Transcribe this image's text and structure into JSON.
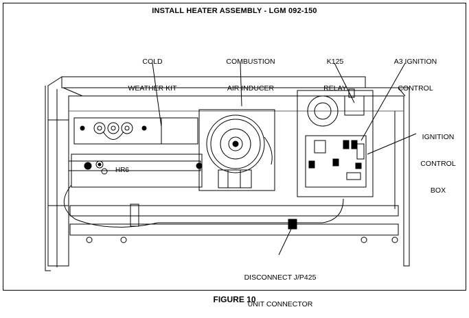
{
  "title": "INSTALL HEATER ASSEMBLY - LGM 092-150",
  "figure_caption": "FIGURE 10",
  "labels": {
    "cold_weather_kit_1": "COLD",
    "cold_weather_kit_2": "WEATHER KIT",
    "combustion_1": "COMBUSTION",
    "combustion_2": "AIR INDUCER",
    "k125_1": "K125",
    "k125_2": "RELAY",
    "a3_1": "A3 IGNITION",
    "a3_2": "CONTROL",
    "icb_1": "IGNITION",
    "icb_2": "CONTROL",
    "icb_3": "BOX",
    "disconnect_1": "DISCONNECT J/P425",
    "disconnect_2": "UNIT CONNECTOR",
    "hr6": "HR6"
  }
}
